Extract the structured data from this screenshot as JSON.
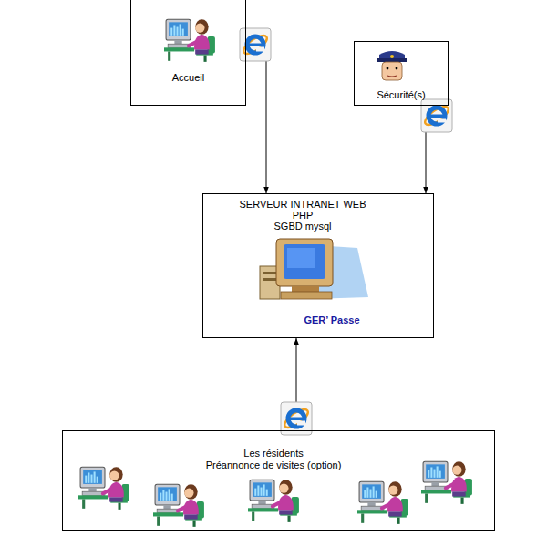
{
  "diagram": {
    "nodes": [
      {
        "text": [
          "Accueil"
        ]
      },
      {
        "text": [
          "Sécurité(s)"
        ]
      },
      {
        "text": [
          "SERVEUR  INTRANET WEB",
          "PHP",
          "SGBD  mysql",
          "GER’ Passe"
        ]
      },
      {
        "text": [
          "Les résidents",
          "Préannonce de visites (option)"
        ]
      }
    ],
    "edges": [
      {
        "from": 0,
        "to": 2,
        "arrow": "to"
      },
      {
        "from": 1,
        "to": 2,
        "arrow": "to"
      },
      {
        "from": 3,
        "to": 2,
        "arrow": "to"
      }
    ]
  }
}
